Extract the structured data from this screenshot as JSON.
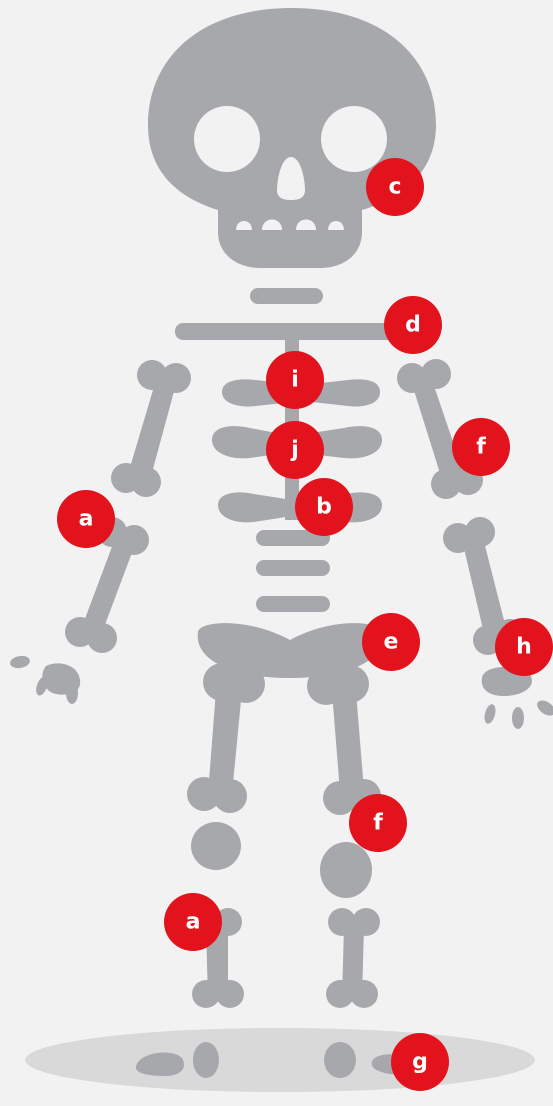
{
  "colors": {
    "background": "#f2f2f2",
    "bone": "#a7a8ab",
    "shadow": "#d9d9d9",
    "marker": "#e2131d",
    "marker_text": "#ffffff"
  },
  "markers": {
    "a_arm": "a",
    "b": "b",
    "c": "c",
    "d": "d",
    "e": "e",
    "f_arm": "f",
    "f_leg": "f",
    "a_leg": "a",
    "g": "g",
    "h": "h",
    "i": "i",
    "j": "j"
  }
}
